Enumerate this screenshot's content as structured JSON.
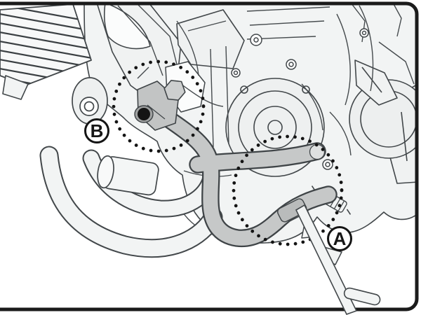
{
  "figure": {
    "type": "technical-illustration",
    "subject": "Motorcycle engine guard (crash bar) mounting diagram with highlighted fixation points",
    "callouts": [
      {
        "id": "B",
        "label": "B"
      },
      {
        "id": "A",
        "label": "A"
      }
    ],
    "highlight_circles": [
      {
        "for": "B",
        "style": "dotted"
      },
      {
        "for": "A",
        "style": "dotted"
      }
    ],
    "colors": {
      "line": "#42474a",
      "frame_border": "#1b1b1b",
      "part_fill_light": "#f2f4f4",
      "guard_bar_fill": "#c6c8c8",
      "bracket_fill": "#c2c4c4",
      "bolt_black": "#141414",
      "background": "#ffffff",
      "callout_fill": "#ffffff"
    }
  }
}
